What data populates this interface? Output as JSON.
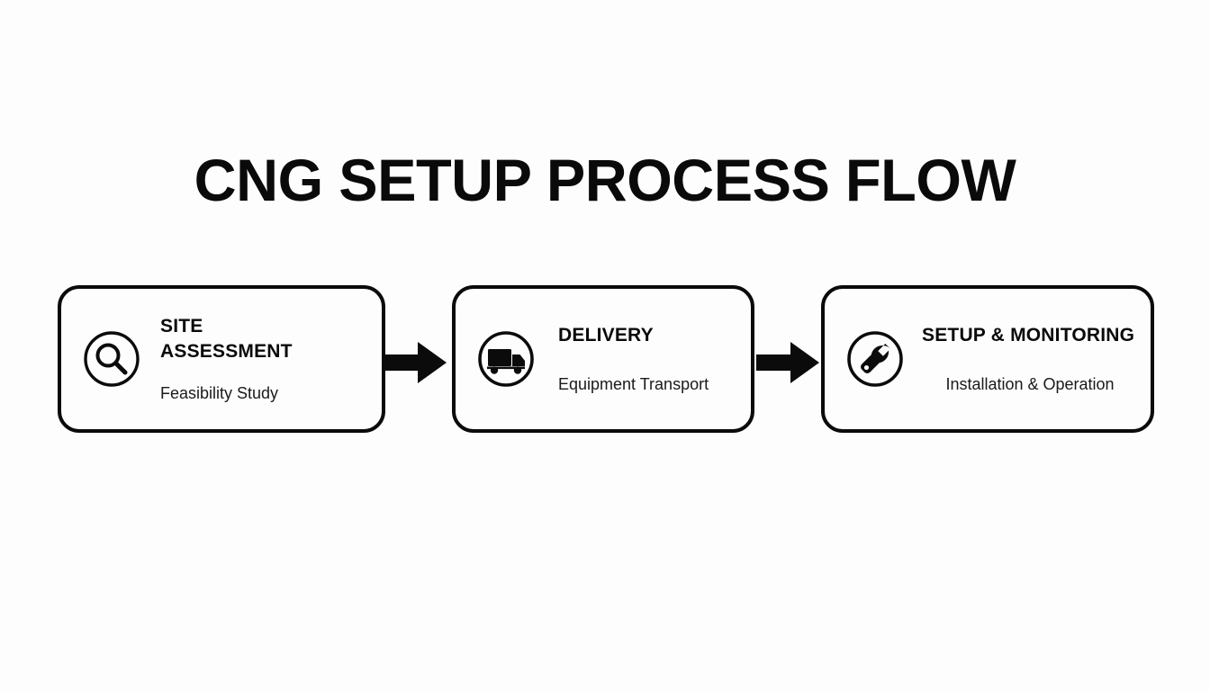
{
  "title": "CNG SETUP PROCESS FLOW",
  "colors": {
    "background": "#fdfdfd",
    "stroke": "#0b0b0b",
    "title_text": "#0a0a0a",
    "body_text": "#1a1a1a"
  },
  "flow": {
    "steps": [
      {
        "icon": "magnifying-glass-icon",
        "title": "SITE ASSESSMENT",
        "subtitle": "Feasibility Study"
      },
      {
        "icon": "delivery-truck-icon",
        "title": "DELIVERY",
        "subtitle": "Equipment Transport"
      },
      {
        "icon": "wrench-icon",
        "title": "SETUP & MONITORING",
        "subtitle": "Installation & Operation"
      }
    ],
    "connectors": [
      {
        "icon": "arrow-right-icon",
        "direction": "right"
      },
      {
        "icon": "arrow-right-icon",
        "direction": "right"
      }
    ]
  }
}
